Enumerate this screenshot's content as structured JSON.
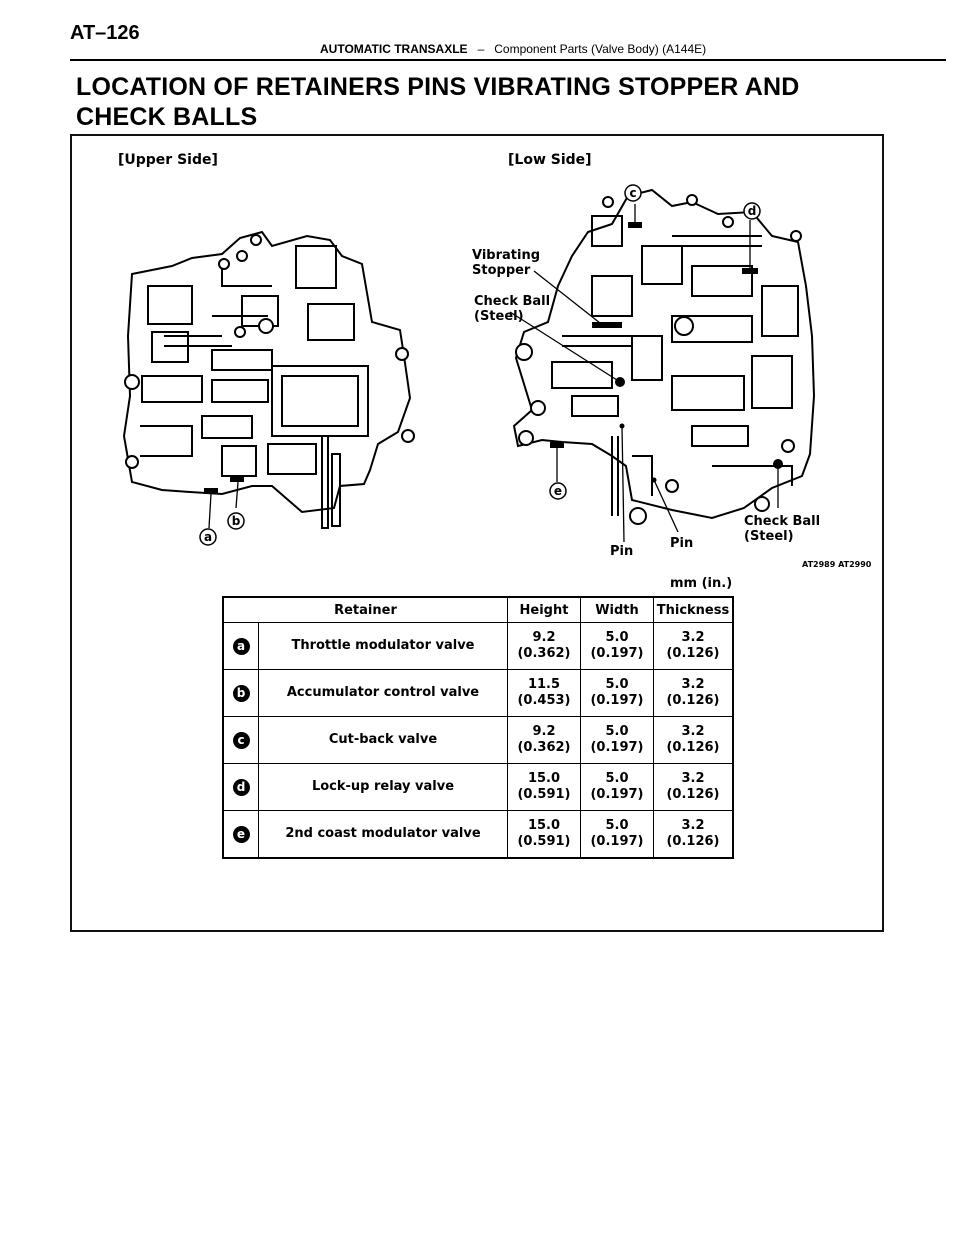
{
  "header": {
    "page_number": "AT–126",
    "section": "AUTOMATIC TRANSAXLE",
    "separator": "–",
    "subsection": "Component Parts (Valve Body) (A144E)"
  },
  "title": "LOCATION OF RETAINERS PINS VIBRATING STOPPER AND CHECK BALLS",
  "figure": {
    "upper_side_label": "[Upper Side]",
    "low_side_label": "[Low Side]",
    "callouts": {
      "vibrating_stopper": [
        "Vibrating",
        "Stopper"
      ],
      "check_ball_left": [
        "Check Ball",
        "(Steel)"
      ],
      "check_ball_right": [
        "Check Ball",
        "(Steel)"
      ],
      "pin_left": "Pin",
      "pin_right": "Pin"
    },
    "markers": [
      "a",
      "b",
      "c",
      "d",
      "e"
    ],
    "figure_code": "AT2989 AT2990",
    "units": "mm (in.)"
  },
  "table": {
    "headers": {
      "retainer": "Retainer",
      "height": "Height",
      "width": "Width",
      "thickness": "Thickness"
    },
    "rows": [
      {
        "letter": "a",
        "name": "Throttle modulator valve",
        "height": "9.2",
        "height_in": "(0.362)",
        "width": "5.0",
        "width_in": "(0.197)",
        "thickness": "3.2",
        "thickness_in": "(0.126)"
      },
      {
        "letter": "b",
        "name": "Accumulator control valve",
        "height": "11.5",
        "height_in": "(0.453)",
        "width": "5.0",
        "width_in": "(0.197)",
        "thickness": "3.2",
        "thickness_in": "(0.126)"
      },
      {
        "letter": "c",
        "name": "Cut-back valve",
        "height": "9.2",
        "height_in": "(0.362)",
        "width": "5.0",
        "width_in": "(0.197)",
        "thickness": "3.2",
        "thickness_in": "(0.126)"
      },
      {
        "letter": "d",
        "name": "Lock-up relay valve",
        "height": "15.0",
        "height_in": "(0.591)",
        "width": "5.0",
        "width_in": "(0.197)",
        "thickness": "3.2",
        "thickness_in": "(0.126)"
      },
      {
        "letter": "e",
        "name": "2nd coast modulator valve",
        "height": "15.0",
        "height_in": "(0.591)",
        "width": "5.0",
        "width_in": "(0.197)",
        "thickness": "3.2",
        "thickness_in": "(0.126)"
      }
    ]
  }
}
